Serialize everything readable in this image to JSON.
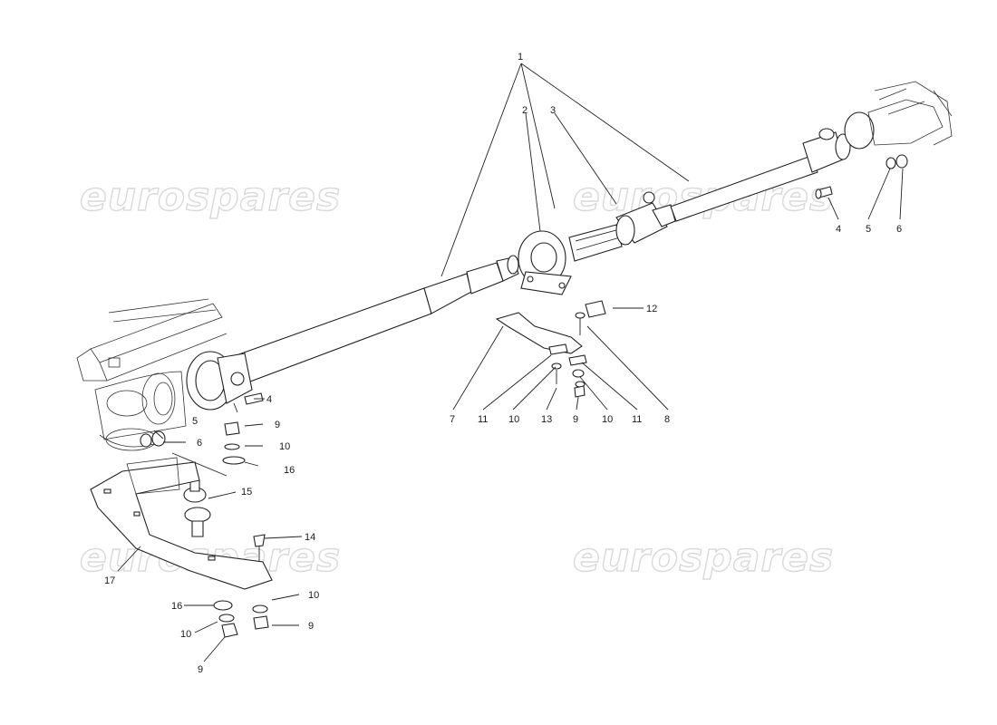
{
  "watermark": {
    "text": "eurospares",
    "color": "#d9d9d9"
  },
  "callouts": [
    {
      "id": "c1",
      "label": "1"
    },
    {
      "id": "c2",
      "label": "2"
    },
    {
      "id": "c3",
      "label": "3"
    },
    {
      "id": "c4a",
      "label": "4"
    },
    {
      "id": "c5a",
      "label": "5"
    },
    {
      "id": "c6a",
      "label": "6"
    },
    {
      "id": "c4b",
      "label": "4"
    },
    {
      "id": "c5b",
      "label": "5"
    },
    {
      "id": "c6b",
      "label": "6"
    },
    {
      "id": "c9a",
      "label": "9"
    },
    {
      "id": "c10a",
      "label": "10"
    },
    {
      "id": "c16a",
      "label": "16"
    },
    {
      "id": "c15",
      "label": "15"
    },
    {
      "id": "c14",
      "label": "14"
    },
    {
      "id": "c17",
      "label": "17"
    },
    {
      "id": "c16b",
      "label": "16"
    },
    {
      "id": "c10b",
      "label": "10"
    },
    {
      "id": "c9b",
      "label": "9"
    },
    {
      "id": "c10c",
      "label": "10"
    },
    {
      "id": "c9c",
      "label": "9"
    },
    {
      "id": "c12",
      "label": "12"
    },
    {
      "id": "c7",
      "label": "7"
    },
    {
      "id": "c11a",
      "label": "11"
    },
    {
      "id": "c10d",
      "label": "10"
    },
    {
      "id": "c13",
      "label": "13"
    },
    {
      "id": "c9d",
      "label": "9"
    },
    {
      "id": "c10e",
      "label": "10"
    },
    {
      "id": "c11b",
      "label": "11"
    },
    {
      "id": "c8",
      "label": "8"
    }
  ],
  "colors": {
    "line": "#222222",
    "background": "#ffffff"
  }
}
